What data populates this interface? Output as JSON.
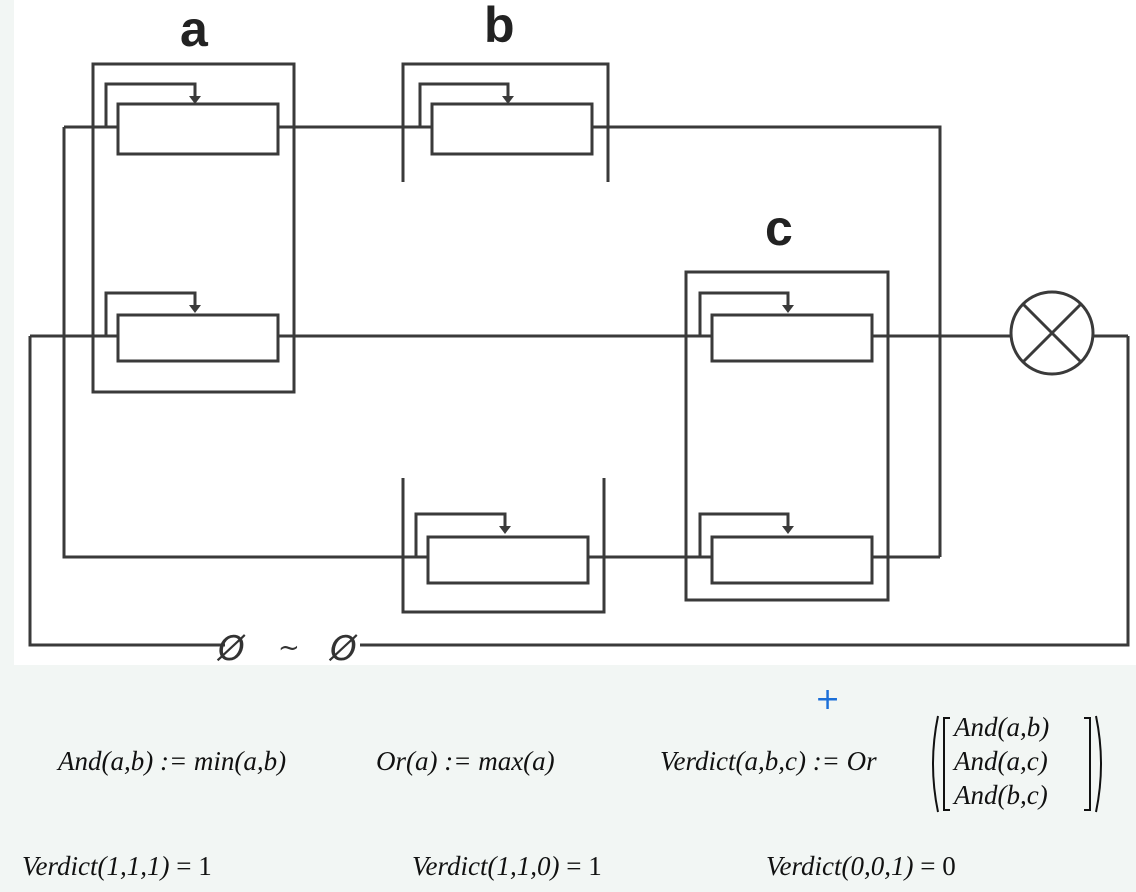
{
  "diagram": {
    "labels": {
      "a": "a",
      "b": "b",
      "c": "c"
    },
    "source_symbol": {
      "terminal_left": "Ø",
      "tilde": "~",
      "terminal_right": "Ø"
    },
    "colors": {
      "background": "#ffffff",
      "wire": "#3a3a3a",
      "page": "#f2f6f4"
    }
  },
  "formulas": {
    "and_def": "And(a,b) := min(a,b)",
    "or_def": "Or(a) := max(a)",
    "verdict_def_lhs": "Verdict(a,b,c) := Or",
    "verdict_matrix": [
      "And(a,b)",
      "And(a,c)",
      "And(b,c)"
    ]
  },
  "results": [
    {
      "expr": "Verdict(1,1,1)",
      "value": "1"
    },
    {
      "expr": "Verdict(1,1,0)",
      "value": "1"
    },
    {
      "expr": "Verdict(0,0,1)",
      "value": "0"
    }
  ],
  "cursor": {
    "icon": "crosshair-icon",
    "glyph": "+"
  }
}
